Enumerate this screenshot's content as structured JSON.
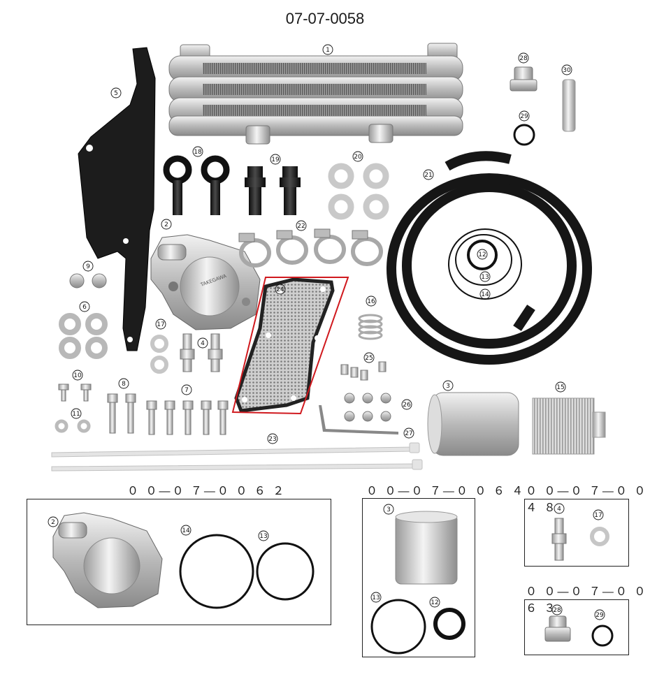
{
  "main_title": "07-07-0058",
  "subkits": [
    {
      "id": "kit1",
      "title": "０ ０—０ ７—０ ０ ６ ２"
    },
    {
      "id": "kit2",
      "title": "０ ０—０ ７—０ ０ ６ ４"
    },
    {
      "id": "kit3",
      "title": "０ ０—０ ７—０ ０ ４ ８"
    },
    {
      "id": "kit4",
      "title": "０ ０—０ ７—０ ０ ６ ３"
    }
  ],
  "labels": {
    "n1": "1",
    "n2": "2",
    "n3": "3",
    "n4": "4",
    "n5": "5",
    "n6": "6",
    "n7": "7",
    "n8": "8",
    "n9": "9",
    "n10": "10",
    "n11": "11",
    "n12": "12",
    "n13": "13",
    "n14": "14",
    "n15": "15",
    "n16": "16",
    "n17": "17",
    "n18": "18",
    "n19": "19",
    "n20": "20",
    "n21": "21",
    "n22": "22",
    "n23": "23",
    "n24": "24",
    "n25": "25",
    "n26": "26",
    "n27": "27",
    "n28": "28",
    "n29": "29",
    "n30": "30"
  },
  "cover_brand": "TAKEGAWA",
  "highlight_color": "#d0191e"
}
